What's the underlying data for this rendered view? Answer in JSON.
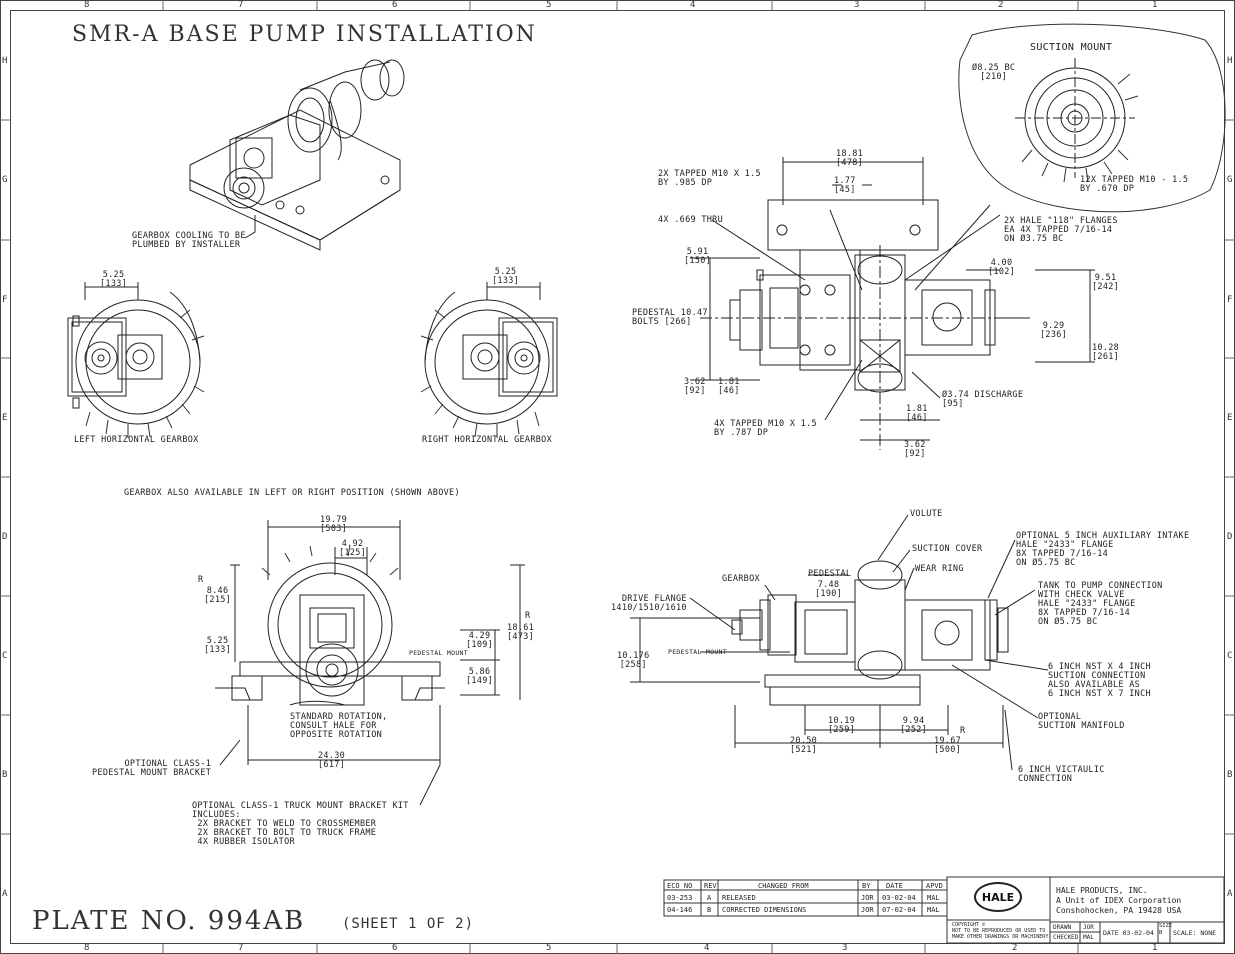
{
  "title": "SMR-A BASE PUMP INSTALLATION",
  "plate": "PLATE NO. 994AB",
  "sheet": "(SHEET 1 OF 2)",
  "zones": {
    "top": [
      "8",
      "7",
      "6",
      "5",
      "4",
      "3",
      "2",
      "1"
    ],
    "bottom": [
      "8",
      "7",
      "6",
      "5",
      "4",
      "3",
      "2",
      "1"
    ],
    "left": [
      "H",
      "G",
      "F",
      "E",
      "D",
      "C",
      "B",
      "A"
    ],
    "right": [
      "H",
      "G",
      "F",
      "E",
      "D",
      "C",
      "B",
      "A"
    ]
  },
  "iso": {
    "cooling_note": "GEARBOX COOLING TO BE\nPLUMBED BY INSTALLER"
  },
  "left_view": {
    "dim": "5.25\n[133]",
    "caption": "LEFT HORIZONTAL GEARBOX"
  },
  "right_view": {
    "dim": "5.25\n[133]",
    "caption": "RIGHT HORIZONTAL GEARBOX"
  },
  "gearbox_note": "GEARBOX ALSO AVAILABLE IN LEFT OR RIGHT POSITION (SHOWN ABOVE)",
  "front": {
    "d1": "19.79\n[503]",
    "d2": "4.92\n[125]",
    "d3": "8.46\n[215]",
    "d4": "5.25\n[133]",
    "d5": "4.29\n[109]",
    "d6": "5.86\n[149]",
    "d7": "18.61\n[473]",
    "d8": "24.30\n[617]",
    "r1": "R",
    "r2": "R",
    "pedestal": "PEDESTAL MOUNT",
    "rotation": "STANDARD ROTATION,\nCONSULT HALE FOR\nOPPOSITE ROTATION",
    "bracket": "OPTIONAL CLASS-1\nPEDESTAL MOUNT BRACKET",
    "kit": "OPTIONAL CLASS-1 TRUCK MOUNT BRACKET KIT\nINCLUDES:\n 2X BRACKET TO WELD TO CROSSMEMBER\n 2X BRACKET TO BOLT TO TRUCK FRAME\n 4X RUBBER ISOLATOR"
  },
  "suction_mount": {
    "label": "SUCTION MOUNT",
    "bc": "Ø8.25 BC\n[210]",
    "tapped": "12X TAPPED M10 - 1.5\nBY .670 DP"
  },
  "top_view": {
    "t1": "2X TAPPED M10 X 1.5\nBY .985 DP",
    "t2": "18.81\n[478]",
    "t3": "1.77\n[45]",
    "t4": "4X .669 THRU",
    "t5": "2X HALE \"118\" FLANGES\nEA 4X TAPPED 7/16-14\nON Ø3.75 BC",
    "t6": "5.91\n[150]",
    "t7": "4.00\n[102]",
    "t8": "9.51\n[242]",
    "t9": "PEDESTAL 10.47\nBOLTS [266]",
    "t10": "9.29\n[236]",
    "t11": "10.28\n[261]",
    "t12": "3.62\n[92]",
    "t13": "1.81\n[46]",
    "t14": "Ø3.74 DISCHARGE\n[95]",
    "t15": "4X TAPPED M10 X 1.5\nBY .787 DP",
    "t16": "1.81\n[46]",
    "t17": "3.62\n[92]"
  },
  "side_view": {
    "volute": "VOLUTE",
    "suction_cover": "SUCTION COVER",
    "pedestal": "PEDESTAL",
    "wear_ring": "WEAR RING",
    "d748": "7.48\n[190]",
    "gearbox": "GEARBOX",
    "drive_flange": "DRIVE FLANGE\n1410/1510/1610",
    "aux": "OPTIONAL 5 INCH AUXILIARY INTAKE\nHALE \"2433\" FLANGE\n8X TAPPED 7/16-14\nON Ø5.75 BC",
    "tank": "TANK TO PUMP CONNECTION\nWITH CHECK VALVE\nHALE \"2433\" FLANGE\n8X TAPPED 7/16-14\nON Ø5.75 BC",
    "d10176": "10.176\n[258]",
    "pedestal_mount": "PEDESTAL MOUNT",
    "nst": "6 INCH NST X 4 INCH\nSUCTION CONNECTION\nALSO AVAILABLE AS\n6 INCH NST X 7 INCH",
    "manifold": "OPTIONAL\nSUCTION MANIFOLD",
    "d1019": "10.19\n[259]",
    "d994": "9.94\n[252]",
    "d2050": "20.50\n[521]",
    "d1967": "19.67\n[500]",
    "r": "R",
    "victaulic": "6 INCH VICTAULIC\nCONNECTION"
  },
  "revision_table": {
    "headers": [
      "ECO NO",
      "REV",
      "CHANGED FROM",
      "BY",
      "DATE",
      "APVD"
    ],
    "rows": [
      [
        "03-253",
        "A",
        "RELEASED",
        "JOR",
        "03-02-04",
        "MAL"
      ],
      [
        "04-146",
        "B",
        "CORRECTED DIMENSIONS",
        "JOR",
        "07-02-04",
        "MAL"
      ]
    ]
  },
  "title_block": {
    "logo": "HALE",
    "company": "HALE PRODUCTS, INC.\nA Unit of IDEX Corporation\nConshohocken, PA 19428 USA",
    "copyright": "COPYRIGHT ©\nNOT TO BE REPRODUCED OR USED TO\nMAKE OTHER DRAWINGS OR MACHINERY.",
    "drawn": "DRAWN",
    "drawn_by": "JOR",
    "checked": "CHECKED",
    "checked_by": "MAL",
    "date": "DATE 03-02-04",
    "size": "SIZE\nB",
    "scale": "SCALE: NONE"
  }
}
